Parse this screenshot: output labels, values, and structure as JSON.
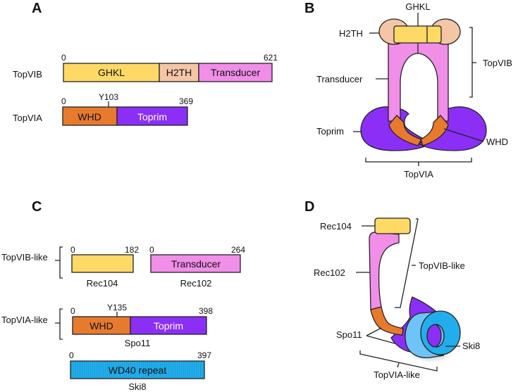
{
  "colors": {
    "ghkl": "#FFD966",
    "h2th": "#F4C6A6",
    "transducer": "#F08EE8",
    "whd": "#E87A2E",
    "toprim": "#8B2FF7",
    "wd40": "#22AEEC",
    "ski8_light": "#6EC4F8"
  },
  "panels": {
    "A": {
      "label": "A",
      "proteins": [
        {
          "name": "TopVIB",
          "length": 621,
          "start_label": "0",
          "end_label": "621",
          "domains": [
            {
              "name": "GHKL",
              "start": 0,
              "end": 293
            },
            {
              "name": "H2TH",
              "start": 293,
              "end": 414
            },
            {
              "name": "Transducer",
              "start": 414,
              "end": 621
            }
          ]
        },
        {
          "name": "TopVIA",
          "length": 369,
          "start_label": "0",
          "end_label": "369",
          "site": "Y103",
          "domains": [
            {
              "name": "WHD",
              "start": 0,
              "end": 160
            },
            {
              "name": "Toprim",
              "start": 160,
              "end": 369
            }
          ]
        }
      ]
    },
    "B": {
      "label": "B",
      "labels": {
        "ghkl": "GHKL",
        "h2th": "H2TH",
        "transducer": "Transducer",
        "toprim": "Toprim",
        "whd": "WHD",
        "topvib": "TopVIB",
        "topvia": "TopVIA"
      }
    },
    "C": {
      "label": "C",
      "groups": {
        "topvib_like": "TopVIB-like",
        "topvia_like": "TopVIA-like"
      },
      "proteins": [
        {
          "name": "Rec104",
          "length": 182,
          "start_label": "0",
          "end_label": "182",
          "domains": [
            {
              "name": "",
              "start": 0,
              "end": 182
            }
          ]
        },
        {
          "name": "Rec102",
          "length": 264,
          "start_label": "0",
          "end_label": "264",
          "domains": [
            {
              "name": "Transducer",
              "start": 0,
              "end": 264
            }
          ]
        },
        {
          "name": "Spo11",
          "length": 398,
          "start_label": "0",
          "end_label": "398",
          "site": "Y135",
          "domains": [
            {
              "name": "WHD",
              "start": 0,
              "end": 173
            },
            {
              "name": "Toprim",
              "start": 173,
              "end": 398
            }
          ]
        },
        {
          "name": "Ski8",
          "length": 397,
          "start_label": "0",
          "end_label": "397",
          "domains": [
            {
              "name": "WD40 repeat",
              "start": 0,
              "end": 397
            }
          ]
        }
      ]
    },
    "D": {
      "label": "D",
      "labels": {
        "rec104": "Rec104",
        "rec102": "Rec102",
        "spo11": "Spo11",
        "ski8": "Ski8",
        "topvib_like": "TopVIB-like",
        "topvia_like": "TopVIA-like"
      }
    }
  }
}
